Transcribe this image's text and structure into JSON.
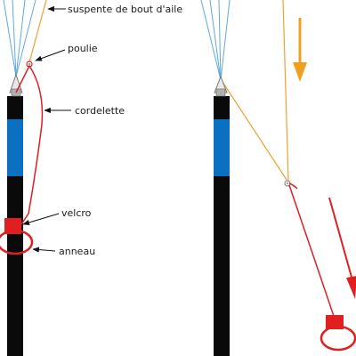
{
  "labels": {
    "suspente": "suspente de bout d'aile",
    "poulie": "poulie",
    "cordelette": "cordelette",
    "velcro": "velcro",
    "anneau": "anneau"
  },
  "colors": {
    "background": "#ffffff",
    "riser_black": "#0a0a0a",
    "riser_band_blue": "#0b70c2",
    "line_blue": "#5fa8dc",
    "line_orange": "#f0a030",
    "cord_red": "#e02020",
    "arrow_orange": "#f0a020",
    "arrow_red": "#e02020",
    "label_arrow": "#111111",
    "text": "#1a1a1a"
  },
  "icons": {
    "pulley": "pulley-icon",
    "direction_arrows": "arrow-down-icon"
  }
}
